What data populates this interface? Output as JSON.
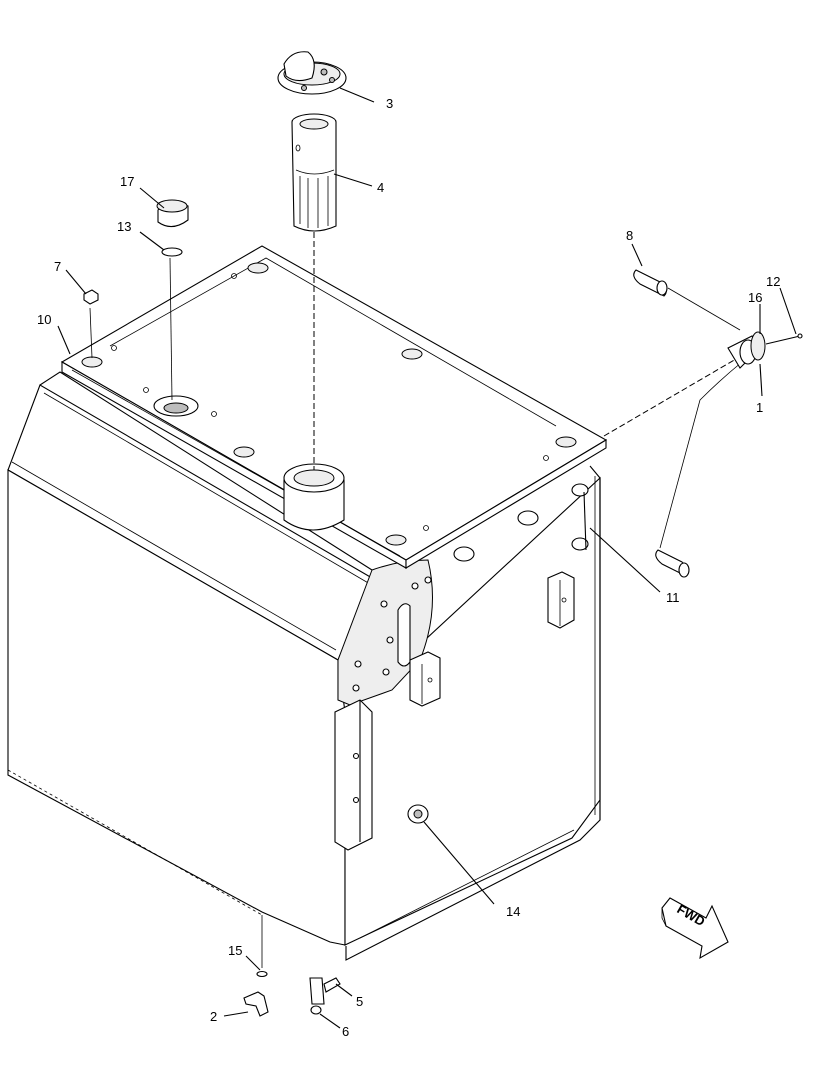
{
  "callouts": {
    "c1": "1",
    "c2": "2",
    "c3": "3",
    "c4": "4",
    "c5": "5",
    "c6": "6",
    "c7": "7",
    "c8": "8",
    "c10": "10",
    "c11": "11",
    "c12": "12",
    "c13": "13",
    "c14": "14",
    "c15": "15",
    "c16": "16",
    "c17": "17"
  },
  "direction_arrow": {
    "label": "FWD"
  }
}
